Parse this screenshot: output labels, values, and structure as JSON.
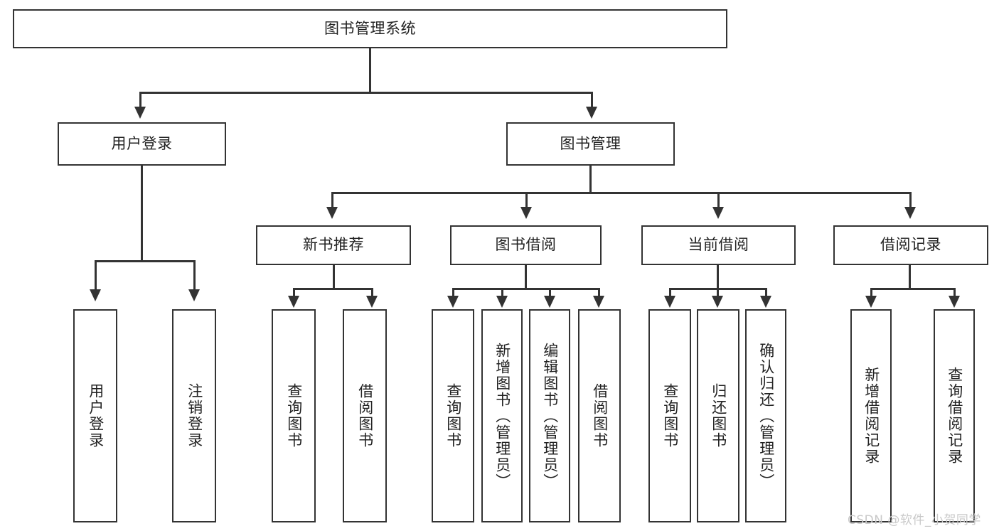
{
  "diagram": {
    "title_node": {
      "label": "图书管理系统"
    },
    "level2": [
      {
        "id": "user-login",
        "label": "用户登录"
      },
      {
        "id": "book-management",
        "label": "图书管理"
      }
    ],
    "level3": [
      {
        "id": "new-book-recommend",
        "label": "新书推荐"
      },
      {
        "id": "book-borrow",
        "label": "图书借阅"
      },
      {
        "id": "current-borrow",
        "label": "当前借阅"
      },
      {
        "id": "borrow-record",
        "label": "借阅记录"
      }
    ],
    "leaves": {
      "user_login": [
        {
          "id": "leaf-user-login",
          "label": "用户登录"
        },
        {
          "id": "leaf-logout-login",
          "label": "注销登录"
        }
      ],
      "new_book_recommend": [
        {
          "id": "leaf-query-book-1",
          "label": "查询图书"
        },
        {
          "id": "leaf-borrow-book-1",
          "label": "借阅图书"
        }
      ],
      "book_borrow": [
        {
          "id": "leaf-query-book-2",
          "label": "查询图书"
        },
        {
          "id": "leaf-add-book-admin",
          "label": "新增图书（管理员）"
        },
        {
          "id": "leaf-edit-book-admin",
          "label": "编辑图书（管理员）"
        },
        {
          "id": "leaf-borrow-book-2",
          "label": "借阅图书"
        }
      ],
      "current_borrow": [
        {
          "id": "leaf-query-book-3",
          "label": "查询图书"
        },
        {
          "id": "leaf-return-book",
          "label": "归还图书"
        },
        {
          "id": "leaf-confirm-return-admin",
          "label": "确认归还（管理员）"
        }
      ],
      "borrow_record": [
        {
          "id": "leaf-add-borrow-record",
          "label": "新增借阅记录"
        },
        {
          "id": "leaf-query-borrow-record",
          "label": "查询借阅记录"
        }
      ]
    },
    "watermark": {
      "text": "CSDN @软件_小贺同学"
    },
    "colors": {
      "stroke": "#333333",
      "fill": "#ffffff",
      "text": "#222222",
      "watermark": "#c9c9c9"
    }
  }
}
